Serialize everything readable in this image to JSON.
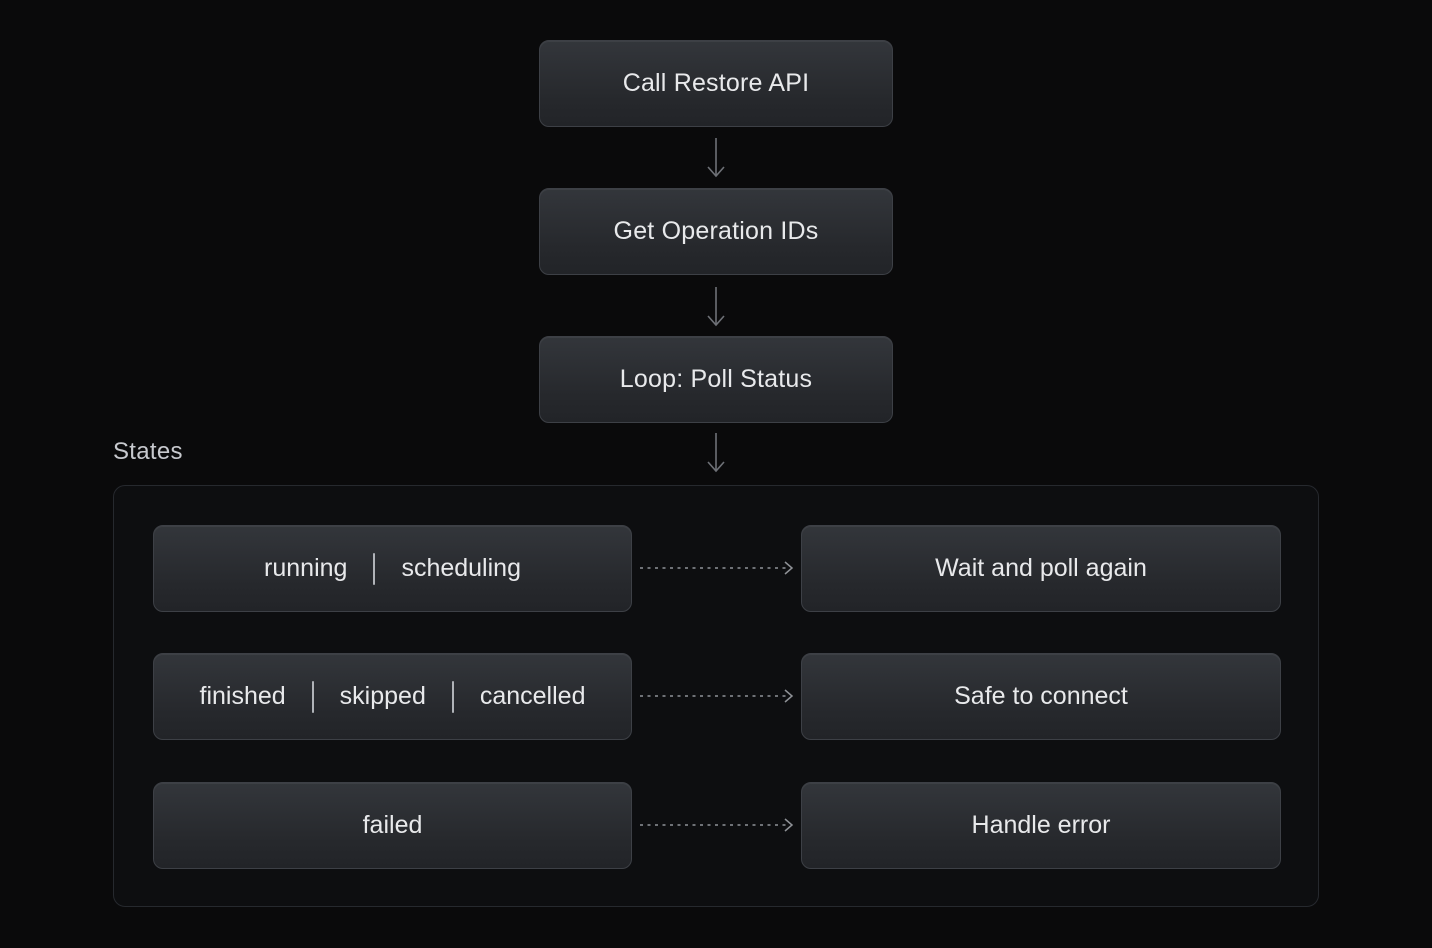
{
  "flow": {
    "nodes": [
      {
        "label": "Call Restore API"
      },
      {
        "label": "Get Operation IDs"
      },
      {
        "label": "Loop: Poll Status"
      }
    ]
  },
  "states": {
    "title": "States",
    "rows": [
      {
        "states": [
          "running",
          "scheduling"
        ],
        "outcome": "Wait and poll again"
      },
      {
        "states": [
          "finished",
          "skipped",
          "cancelled"
        ],
        "outcome": "Safe to connect"
      },
      {
        "states": [
          "failed"
        ],
        "outcome": "Handle error"
      }
    ]
  },
  "icons": {
    "down_arrow": "↓",
    "dashed_right_arrow": "⇢"
  },
  "colors": {
    "page_background": "#0a0a0b",
    "node_fill_top": "#33363b",
    "node_fill_bottom": "#222428",
    "node_border": "#3d4046",
    "node_text": "#e8e9eb",
    "section_title_text": "#c7c9ce",
    "container_border": "#26292e",
    "container_background": "#0d0e10",
    "solid_arrow": "#6e7177",
    "dashed_arrow": "#8f9297",
    "separator": "#b0b3b8"
  }
}
